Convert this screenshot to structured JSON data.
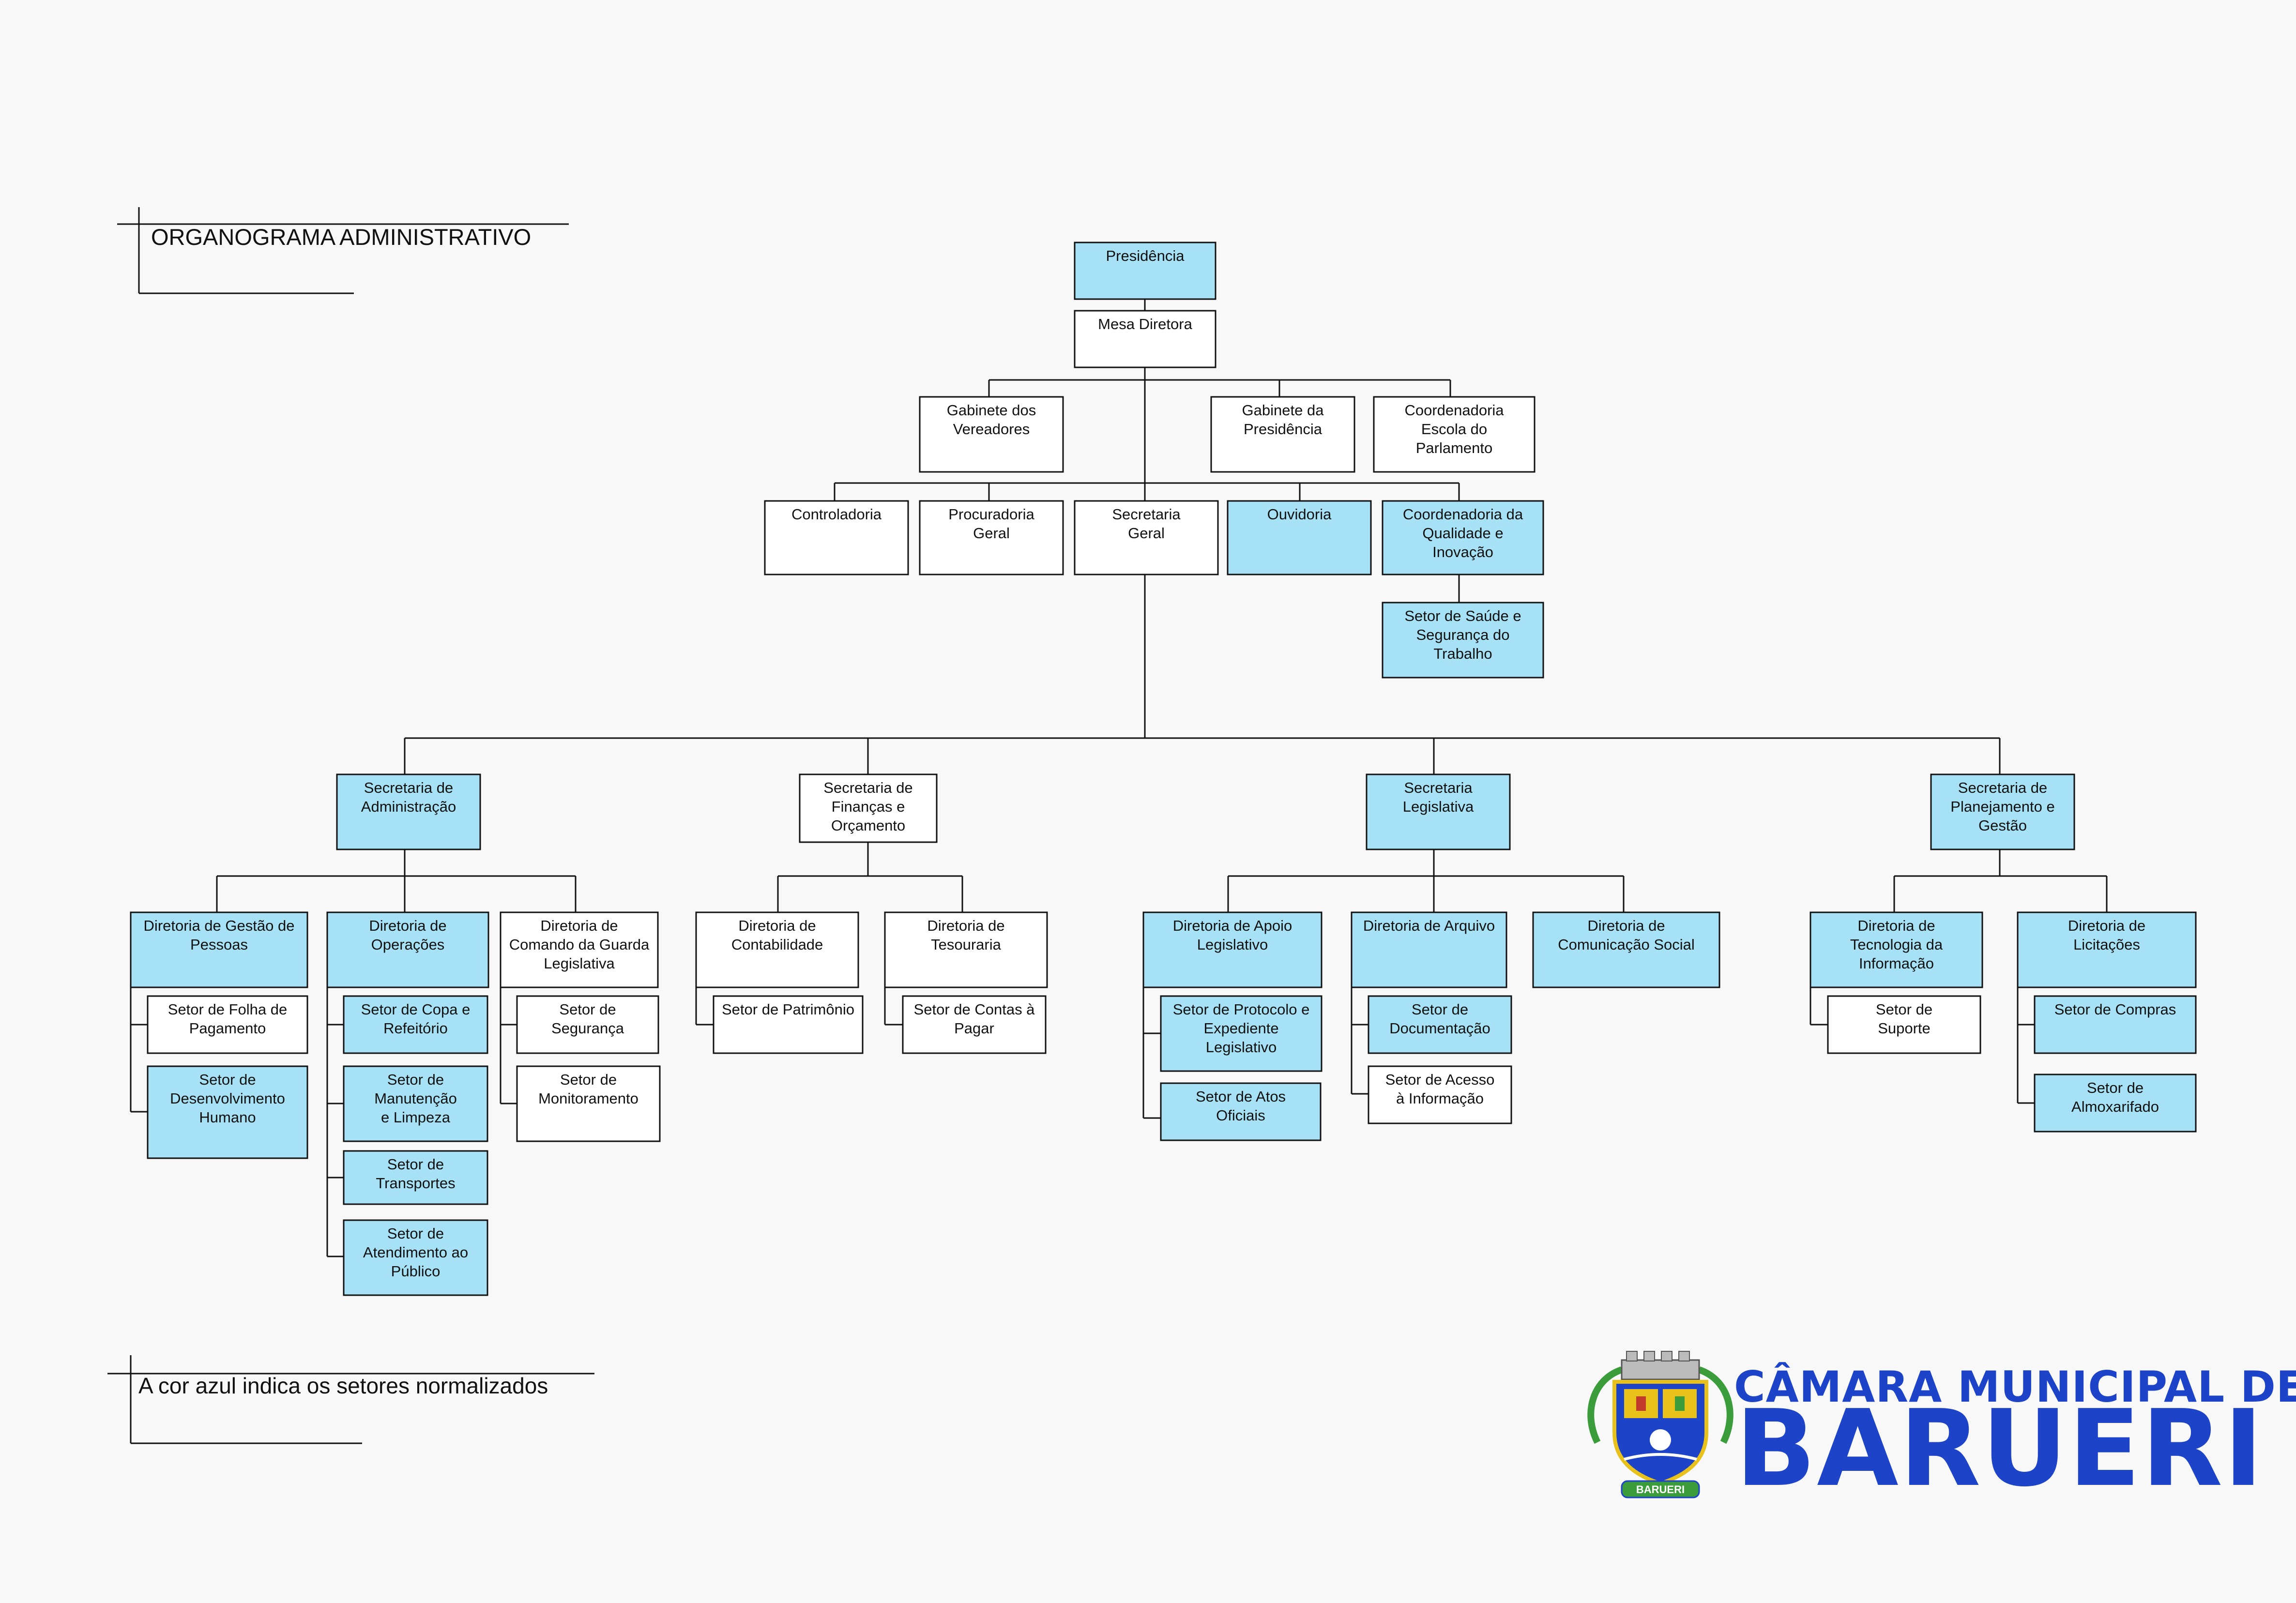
{
  "page": {
    "title": "ORGANOGRAMA ADMINISTRATIVO",
    "legend": "A cor azul indica os setores normalizados",
    "colors": {
      "normalized": "#a6e1f5",
      "regular": "#ffffff",
      "line": "#111111",
      "brand": "#1d44c8"
    }
  },
  "logo": {
    "line1": "CÂMARA MUNICIPAL DE",
    "line2": "BARUERI",
    "emblem_text": "BARUERI"
  },
  "nodes": [
    {
      "id": "presidencia",
      "lines": [
        "Presidência"
      ],
      "blue": true
    },
    {
      "id": "mesa",
      "lines": [
        "Mesa Diretora"
      ],
      "blue": false
    },
    {
      "id": "gab_ver",
      "lines": [
        "Gabinete dos",
        "Vereadores"
      ],
      "blue": false
    },
    {
      "id": "gab_pres",
      "lines": [
        "Gabinete da",
        "Presidência"
      ],
      "blue": false
    },
    {
      "id": "coord_escola",
      "lines": [
        "Coordenadoria",
        "Escola do",
        "Parlamento"
      ],
      "blue": false
    },
    {
      "id": "controladoria",
      "lines": [
        "Controladoria"
      ],
      "blue": false
    },
    {
      "id": "procuradoria",
      "lines": [
        "Procuradoria",
        "Geral"
      ],
      "blue": false
    },
    {
      "id": "sec_geral",
      "lines": [
        "Secretaria",
        "Geral"
      ],
      "blue": false
    },
    {
      "id": "ouvidoria",
      "lines": [
        "Ouvidoria"
      ],
      "blue": true
    },
    {
      "id": "coord_qual",
      "lines": [
        "Coordenadoria da",
        "Qualidade e",
        "Inovação"
      ],
      "blue": true
    },
    {
      "id": "saude",
      "lines": [
        "Setor de Saúde e",
        "Segurança do",
        "Trabalho"
      ],
      "blue": true
    },
    {
      "id": "sec_adm",
      "lines": [
        "Secretaria de",
        "Administração"
      ],
      "blue": true
    },
    {
      "id": "sec_fin",
      "lines": [
        "Secretaria de",
        "Finanças e",
        "Orçamento"
      ],
      "blue": false
    },
    {
      "id": "sec_leg",
      "lines": [
        "Secretaria",
        "Legislativa"
      ],
      "blue": true
    },
    {
      "id": "sec_plan",
      "lines": [
        "Secretaria de",
        "Planejamento e",
        "Gestão"
      ],
      "blue": true
    },
    {
      "id": "dir_pessoas",
      "lines": [
        "Diretoria de Gestão de",
        "Pessoas"
      ],
      "blue": true
    },
    {
      "id": "dir_oper",
      "lines": [
        "Diretoria de",
        "Operações"
      ],
      "blue": true
    },
    {
      "id": "dir_guarda",
      "lines": [
        "Diretoria de",
        "Comando da Guarda",
        "Legislativa"
      ],
      "blue": false
    },
    {
      "id": "folha",
      "lines": [
        "Setor de Folha de",
        "Pagamento"
      ],
      "blue": false
    },
    {
      "id": "desenv",
      "lines": [
        "Setor de",
        "Desenvolvimento",
        "Humano"
      ],
      "blue": true
    },
    {
      "id": "copa",
      "lines": [
        "Setor de Copa e",
        "Refeitório"
      ],
      "blue": true
    },
    {
      "id": "manut",
      "lines": [
        "Setor de",
        "Manutenção",
        "e Limpeza"
      ],
      "blue": true
    },
    {
      "id": "transp",
      "lines": [
        "Setor de",
        "Transportes"
      ],
      "blue": true
    },
    {
      "id": "atend",
      "lines": [
        "Setor de",
        "Atendimento ao",
        "Público"
      ],
      "blue": true
    },
    {
      "id": "seguranca",
      "lines": [
        "Setor de",
        "Segurança"
      ],
      "blue": false
    },
    {
      "id": "monit",
      "lines": [
        "Setor de",
        "Monitoramento"
      ],
      "blue": false
    },
    {
      "id": "dir_contab",
      "lines": [
        "Diretoria de",
        "Contabilidade"
      ],
      "blue": false
    },
    {
      "id": "dir_tes",
      "lines": [
        "Diretoria de",
        "Tesouraria"
      ],
      "blue": false
    },
    {
      "id": "patrim",
      "lines": [
        "Setor de Patrimônio"
      ],
      "blue": false
    },
    {
      "id": "contas",
      "lines": [
        "Setor de Contas à",
        "Pagar"
      ],
      "blue": false
    },
    {
      "id": "dir_apoio",
      "lines": [
        "Diretoria de Apoio",
        "Legislativo"
      ],
      "blue": true
    },
    {
      "id": "dir_arq",
      "lines": [
        "Diretoria de Arquivo"
      ],
      "blue": true
    },
    {
      "id": "dir_com",
      "lines": [
        "Diretoria de",
        "Comunicação Social"
      ],
      "blue": true
    },
    {
      "id": "protocolo",
      "lines": [
        "Setor de Protocolo e",
        "Expediente",
        "Legislativo"
      ],
      "blue": true
    },
    {
      "id": "atos",
      "lines": [
        "Setor de Atos",
        "Oficiais"
      ],
      "blue": true
    },
    {
      "id": "doc",
      "lines": [
        "Setor de",
        "Documentação"
      ],
      "blue": true
    },
    {
      "id": "acesso",
      "lines": [
        "Setor de Acesso",
        "à Informação"
      ],
      "blue": false
    },
    {
      "id": "dir_ti",
      "lines": [
        "Diretoria de",
        "Tecnologia da",
        "Informação"
      ],
      "blue": true
    },
    {
      "id": "dir_lic",
      "lines": [
        "Diretoria de",
        "Licitações"
      ],
      "blue": true
    },
    {
      "id": "suporte",
      "lines": [
        "Setor de",
        "Suporte"
      ],
      "blue": false
    },
    {
      "id": "compras",
      "lines": [
        "Setor de Compras"
      ],
      "blue": true
    },
    {
      "id": "almox",
      "lines": [
        "Setor de",
        "Almoxarifado"
      ],
      "blue": true
    }
  ]
}
